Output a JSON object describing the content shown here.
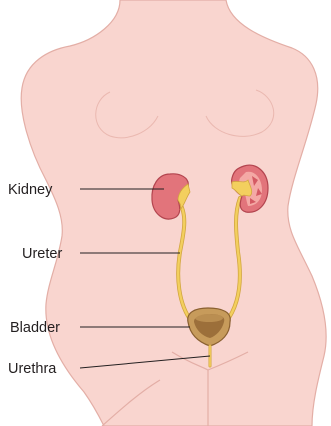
{
  "labels": {
    "kidney": "Kidney",
    "ureter": "Ureter",
    "bladder": "Bladder",
    "urethra": "Urethra"
  },
  "colors": {
    "skin": "#f9d5cf",
    "skin_outline": "#e3aea6",
    "kidney": "#e2747b",
    "kidney_cortex": "#f4a9a5",
    "ureter": "#f3cf5e",
    "bladder": "#c79b5b",
    "bladder_inner": "#9c6f3a",
    "text": "#231f20"
  }
}
